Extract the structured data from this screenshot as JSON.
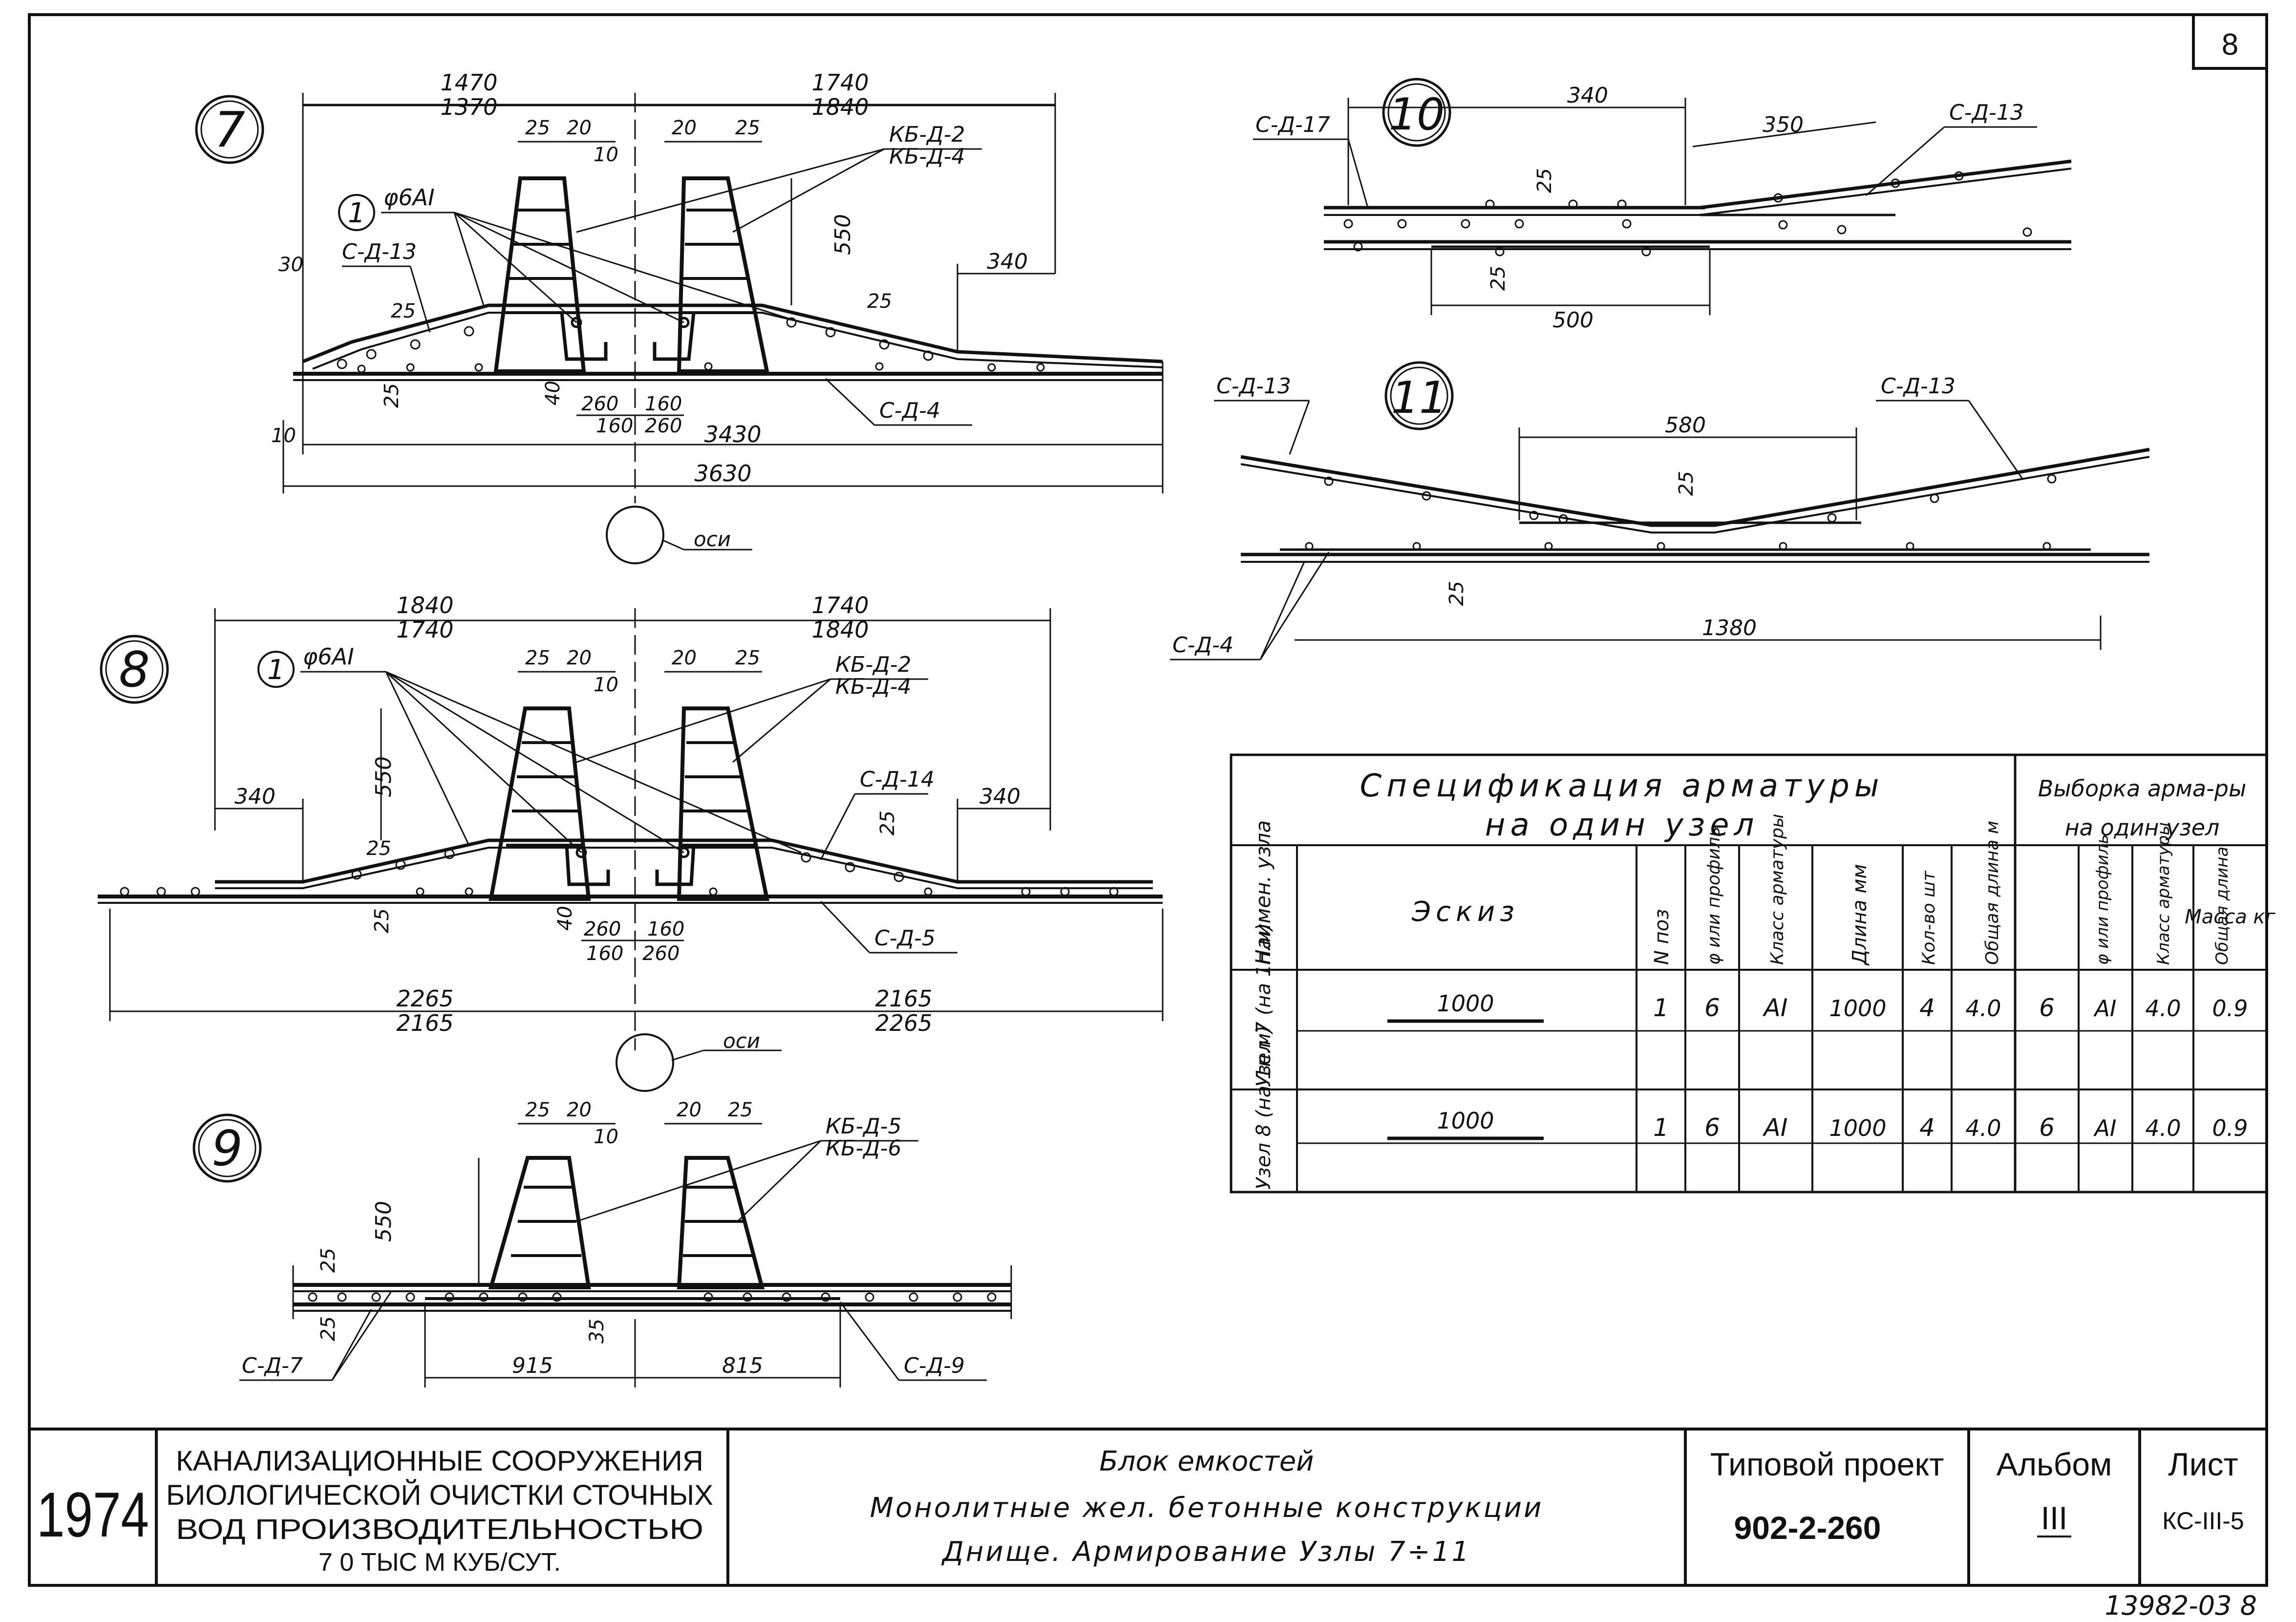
{
  "sheet_number": "8",
  "detail7": {
    "label": "7",
    "dim_top_left": "1470",
    "dim_top_left_alt": "1370",
    "dim_top_right": "1740",
    "dim_top_right_alt": "1840",
    "d25a": "25",
    "d20a": "20",
    "d10": "10",
    "d20b": "20",
    "d25b": "25",
    "pos_num": "1",
    "pos_bar": "φ6AI",
    "frames": "КБ-Д-2",
    "frames_alt": "КБ-Д-4",
    "mesh_left": "С-Д-13",
    "mesh_bottom": "С-Д-4",
    "d30": "30",
    "d25c": "25",
    "d550": "550",
    "d340": "340",
    "d25d": "25",
    "d25e": "25",
    "d40": "40",
    "d260a": "260",
    "d160a": "160",
    "d160b": "160",
    "d260b": "260",
    "d10b": "10",
    "d3430": "3430",
    "d3630": "3630",
    "axis": "оси"
  },
  "detail8": {
    "label": "8",
    "dim_top_left": "1840",
    "dim_top_left_alt": "1740",
    "dim_top_right": "1740",
    "dim_top_right_alt": "1840",
    "d25a": "25",
    "d20a": "20",
    "d10": "10",
    "d20b": "20",
    "d25b": "25",
    "pos_num": "1",
    "pos_bar": "φ6AI",
    "frames": "КБ-Д-2",
    "frames_alt": "КБ-Д-4",
    "mesh_right": "С-Д-14",
    "mesh_bottom": "С-Д-5",
    "d550": "550",
    "d340a": "340",
    "d340b": "340",
    "d25c": "25",
    "d25d": "25",
    "d25e": "25",
    "d40": "40",
    "d260a": "260",
    "d160a": "160",
    "d160b": "160",
    "d260b": "260",
    "d2265a": "2265",
    "d2165a": "2165",
    "d2165b": "2165",
    "d2265b": "2265",
    "axis": "оси"
  },
  "detail9": {
    "label": "9",
    "d25a": "25",
    "d20a": "20",
    "d10": "10",
    "d20b": "20",
    "d25b": "25",
    "frames": "КБ-Д-5",
    "frames_alt": "КБ-Д-6",
    "d550": "550",
    "d25c": "25",
    "d25d": "25",
    "d35": "35",
    "mesh_left": "С-Д-7",
    "mesh_right": "С-Д-9",
    "d915": "915",
    "d815": "815"
  },
  "detail10": {
    "label": "10",
    "mesh_left": "С-Д-17",
    "mesh_right": "С-Д-13",
    "d340": "340",
    "d350": "350",
    "d25a": "25",
    "d25b": "25",
    "d500": "500"
  },
  "detail11": {
    "label": "11",
    "mesh_left": "С-Д-13",
    "mesh_right": "С-Д-13",
    "mesh_bottom": "С-Д-4",
    "d580": "580",
    "d25a": "25",
    "d25b": "25",
    "d1380": "1380"
  },
  "spec": {
    "title_line1": "Спецификация арматуры",
    "title_line2": "на один узел",
    "sample_line1": "Выборка арма-ры",
    "sample_line2": "на один узел",
    "headers": {
      "node": "Наимен. узла",
      "sketch": "Эскиз",
      "pos": "N поз",
      "diam": "φ или профиль",
      "cls": "Класс арматуры",
      "len": "Длина мм",
      "qty": "Кол-во шт",
      "total": "Общая длина м",
      "s_diam": "φ или профиль",
      "s_cls": "Класс арматуры",
      "s_total": "Общая длина",
      "mass": "Масса кг"
    },
    "rows": [
      {
        "node": "Узел 7 (на 1п.м)",
        "sketch": "1000",
        "pos": "1",
        "diam": "6",
        "cls": "AI",
        "len": "1000",
        "qty": "4",
        "total": "4.0",
        "s_diam": "6",
        "s_cls": "AI",
        "s_total": "4.0",
        "mass": "0.9"
      },
      {
        "node": "Узел 8 (на 1п.м)",
        "sketch": "1000",
        "pos": "1",
        "diam": "6",
        "cls": "AI",
        "len": "1000",
        "qty": "4",
        "total": "4.0",
        "s_diam": "6",
        "s_cls": "AI",
        "s_total": "4.0",
        "mass": "0.9"
      }
    ]
  },
  "title_block": {
    "year": "1974",
    "org_line1": "КАНАЛИЗАЦИОННЫЕ СООРУЖЕНИЯ",
    "org_line2": "БИОЛОГИЧЕСКОЙ ОЧИСТКИ СТОЧНЫХ",
    "org_line3": "ВОД ПРОИЗВОДИТЕЛЬНОСТЬЮ",
    "org_line4": "7 0 ТЫС М КУБ/СУТ.",
    "desc_line1": "Блок емкостей",
    "desc_line2": "Монолитные жел. бетонные конструкции",
    "desc_line3": "Днище. Армирование Узлы 7÷11",
    "project_label": "Типовой проект",
    "project_number": "902-2-260",
    "album_label": "Альбом",
    "album_number": "III",
    "sheet_label": "Лист",
    "sheet_code": "КС-III-5",
    "stamp": "13982-03 8"
  }
}
